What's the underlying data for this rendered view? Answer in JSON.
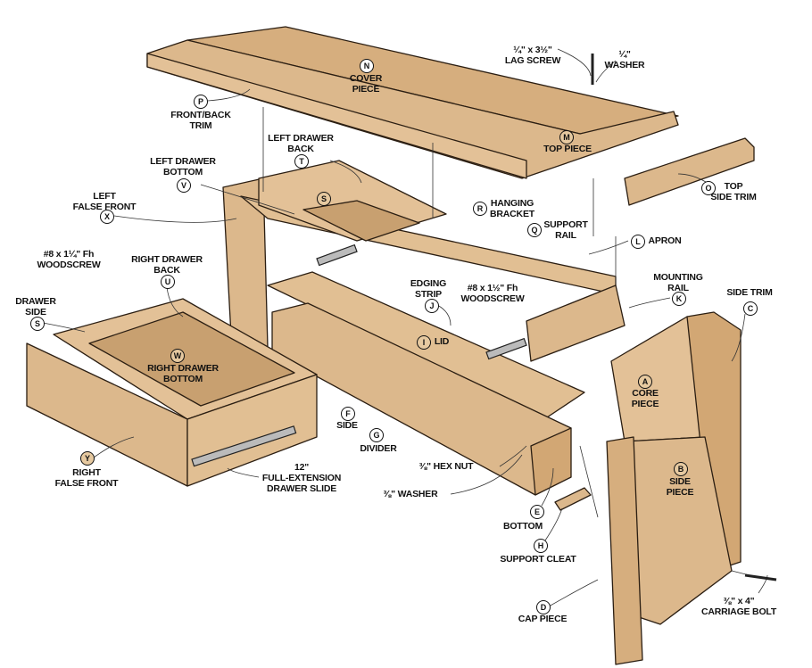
{
  "colors": {
    "wood": "#dcb88c",
    "wood_dark": "#c89a63",
    "wood_face": "#e8c9a0",
    "panel": "#c8a070",
    "outline": "#2b1e12"
  },
  "parts": {
    "N": {
      "letter": "N",
      "lines": [
        "COVER",
        "PIECE"
      ]
    },
    "M": {
      "letter": "M",
      "lines": [
        "TOP PIECE"
      ]
    },
    "P": {
      "letter": "P",
      "lines": [
        "FRONT/BACK",
        "TRIM"
      ]
    },
    "O": {
      "letter": "O",
      "lines": [
        "TOP",
        "SIDE TRIM"
      ]
    },
    "T": {
      "letter": "T",
      "lines": [
        "LEFT DRAWER",
        "BACK"
      ]
    },
    "V": {
      "letter": "V",
      "lines": [
        "LEFT DRAWER",
        "BOTTOM"
      ]
    },
    "X": {
      "letter": "X",
      "lines": [
        "LEFT",
        "FALSE FRONT"
      ]
    },
    "S1": {
      "letter": "S"
    },
    "R": {
      "letter": "R",
      "lines": [
        "HANGING",
        "BRACKET"
      ]
    },
    "Q": {
      "letter": "Q",
      "lines": [
        "SUPPORT",
        "RAIL"
      ]
    },
    "L": {
      "letter": "L",
      "lines": [
        "APRON"
      ]
    },
    "U": {
      "letter": "U",
      "lines": [
        "RIGHT DRAWER",
        "BACK"
      ]
    },
    "S2": {
      "letter": "S",
      "lines": [
        "DRAWER",
        "SIDE"
      ]
    },
    "J": {
      "letter": "J",
      "lines": [
        "EDGING",
        "STRIP"
      ]
    },
    "K": {
      "letter": "K",
      "lines": [
        "MOUNTING",
        "RAIL"
      ]
    },
    "C": {
      "letter": "C",
      "lines": [
        "SIDE TRIM"
      ]
    },
    "I": {
      "letter": "I",
      "lines": [
        "LID"
      ]
    },
    "W": {
      "letter": "W",
      "lines": [
        "RIGHT DRAWER",
        "BOTTOM"
      ]
    },
    "A": {
      "letter": "A",
      "lines": [
        "CORE",
        "PIECE"
      ]
    },
    "F": {
      "letter": "F",
      "lines": [
        "SIDE"
      ]
    },
    "G": {
      "letter": "G",
      "lines": [
        "DIVIDER"
      ]
    },
    "Y": {
      "letter": "Y",
      "lines": [
        "RIGHT",
        "FALSE FRONT"
      ]
    },
    "B": {
      "letter": "B",
      "lines": [
        "SIDE",
        "PIECE"
      ]
    },
    "E": {
      "letter": "E",
      "lines": [
        "BOTTOM"
      ]
    },
    "H": {
      "letter": "H",
      "lines": [
        "SUPPORT CLEAT"
      ]
    },
    "D": {
      "letter": "D",
      "lines": [
        "CAP PIECE"
      ]
    }
  },
  "hardware": {
    "lag_screw": [
      "¼\" x 3½\"",
      "LAG SCREW"
    ],
    "washer_quarter": [
      "¼\"",
      "WASHER"
    ],
    "woodscrew_125": [
      "#8 x 1¼\" Fh",
      "WOODSCREW"
    ],
    "woodscrew_15": [
      "#8 x 1½\" Fh",
      "WOODSCREW"
    ],
    "drawer_slide": [
      "12\"",
      "FULL-EXTENSION",
      "DRAWER SLIDE"
    ],
    "hex_nut": [
      "⅜\" HEX NUT"
    ],
    "washer_38": [
      "⅜\" WASHER"
    ],
    "carriage_bolt": [
      "⅜\" x 4\"",
      "CARRIAGE BOLT"
    ]
  }
}
